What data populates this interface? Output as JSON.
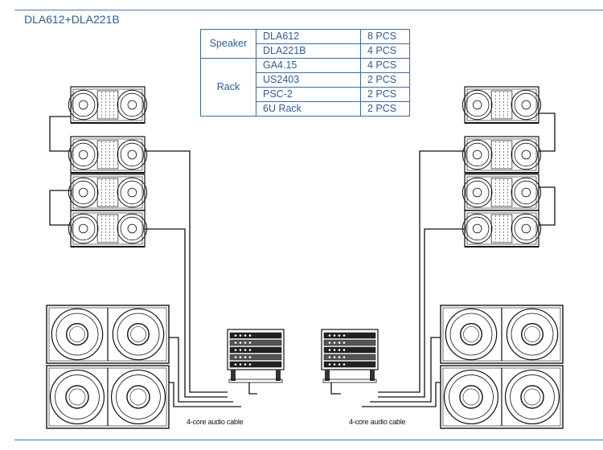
{
  "title": "DLA612+DLA221B",
  "table": {
    "groups": [
      {
        "label": "Speaker",
        "rows": [
          {
            "item": "DLA612",
            "qty": "8 PCS"
          },
          {
            "item": "DLA221B",
            "qty": "4 PCS"
          }
        ]
      },
      {
        "label": "Rack",
        "rows": [
          {
            "item": "GA4.15",
            "qty": "4 PCS"
          },
          {
            "item": "US2403",
            "qty": "2 PCS"
          },
          {
            "item": "PSC-2",
            "qty": "2 PCS"
          },
          {
            "item": "6U Rack",
            "qty": "2 PCS"
          }
        ]
      }
    ]
  },
  "cable_label_left": "4-core audio cable",
  "cable_label_right": "4-core audio cable",
  "colors": {
    "accent": "#2c5d9c",
    "line": "#111111"
  }
}
